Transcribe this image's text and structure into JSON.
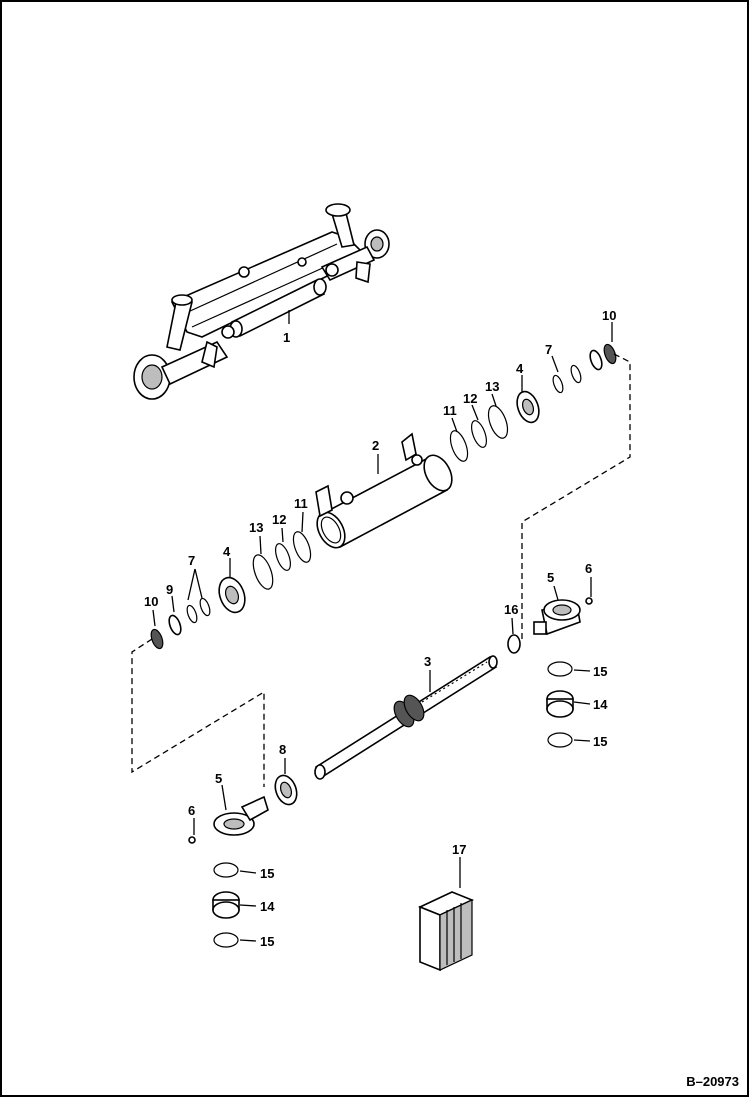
{
  "figure_ref": "B–20973",
  "callouts": {
    "c1": "1",
    "c2": "2",
    "c3": "3",
    "c4a": "4",
    "c4b": "4",
    "c5a": "5",
    "c5b": "5",
    "c6a": "6",
    "c6b": "6",
    "c7a": "7",
    "c7b": "7",
    "c8": "8",
    "c9": "9",
    "c10a": "10",
    "c10b": "10",
    "c11a": "11",
    "c11b": "11",
    "c12a": "12",
    "c12b": "12",
    "c13a": "13",
    "c13b": "13",
    "c14a": "14",
    "c14b": "14",
    "c15a": "15",
    "c15b": "15",
    "c15c": "15",
    "c15d": "15",
    "c16": "16",
    "c17": "17"
  }
}
